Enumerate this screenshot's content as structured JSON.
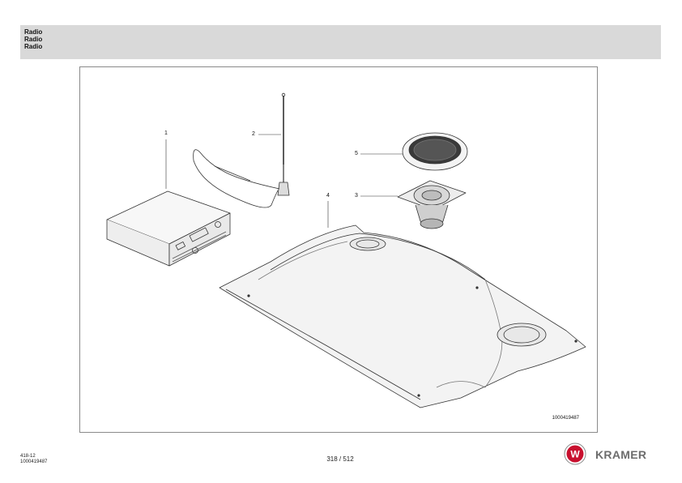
{
  "header": {
    "lines": [
      "Radio",
      "Radio",
      "Radio"
    ]
  },
  "figure": {
    "callouts": [
      "1",
      "2",
      "3",
      "4",
      "5"
    ],
    "drawing_number": "1000419487",
    "parts_icons": [
      "radio-unit-icon",
      "antenna-icon",
      "antenna-cable-icon",
      "speaker-icon",
      "speaker-grille-icon",
      "roof-lining-panel-icon"
    ]
  },
  "footer": {
    "code_line1": "418-12",
    "code_line2": "1000419487",
    "page_counter": "318 / 512"
  },
  "brand": {
    "name": "KRAMER",
    "logo_letter": "W",
    "logo_color": "#c8102e",
    "text_color": "#6d6d6d"
  }
}
